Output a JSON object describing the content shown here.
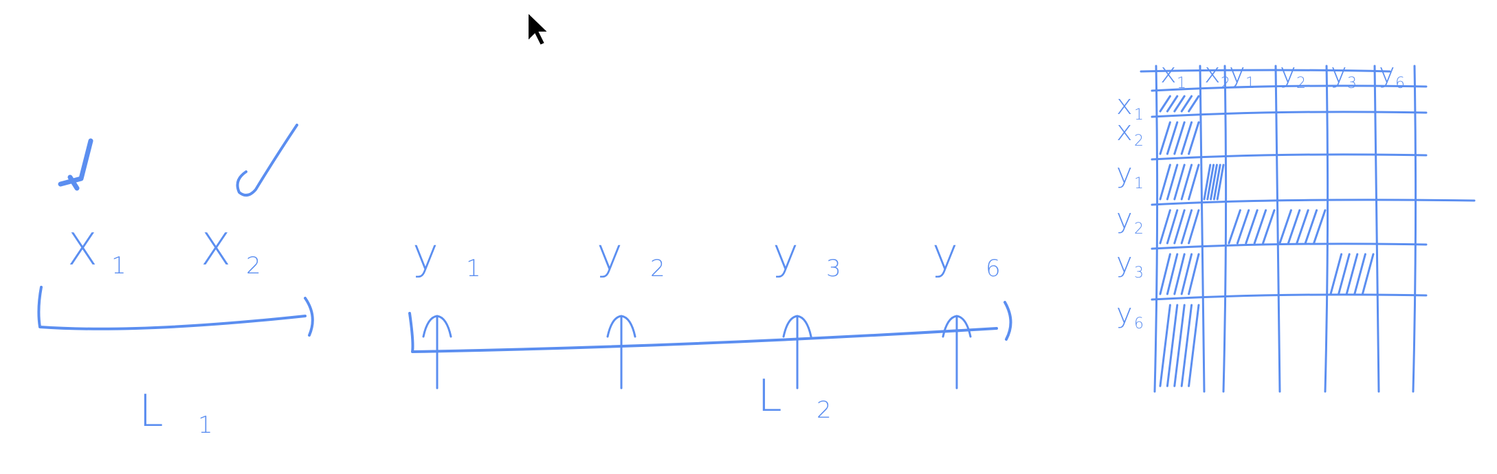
{
  "colors": {
    "ink": "#5b8ef0",
    "background": "#ffffff",
    "cursor": "#000000"
  },
  "icons": {
    "cursor": "arrow-cursor-icon"
  },
  "group_x": {
    "checkmarks": [
      "bold-check",
      "check"
    ],
    "nodes": [
      {
        "main": "X",
        "sub": "1"
      },
      {
        "main": "X",
        "sub": "2"
      }
    ],
    "brace_label": {
      "main": "L",
      "sub": "1"
    }
  },
  "group_y": {
    "nodes": [
      {
        "main": "y",
        "sub": "1"
      },
      {
        "main": "y",
        "sub": "2"
      },
      {
        "main": "y",
        "sub": "3"
      },
      {
        "main": "y",
        "sub": "6"
      }
    ],
    "brace_label": {
      "main": "L",
      "sub": "2"
    }
  },
  "matrix": {
    "col_headers": [
      {
        "main": "x",
        "sub": "1"
      },
      {
        "main": "x",
        "sub": "2"
      },
      {
        "main": "y",
        "sub": "1"
      },
      {
        "main": "y",
        "sub": "2"
      },
      {
        "main": "y",
        "sub": "3"
      },
      {
        "main": "y",
        "sub": "6"
      }
    ],
    "row_headers": [
      {
        "main": "x",
        "sub": "1"
      },
      {
        "main": "x",
        "sub": "2"
      },
      {
        "main": "y",
        "sub": "1"
      },
      {
        "main": "y",
        "sub": "2"
      },
      {
        "main": "y",
        "sub": "3"
      },
      {
        "main": "y",
        "sub": "6"
      }
    ],
    "shaded_cells": [
      {
        "row": 0,
        "col": 0
      },
      {
        "row": 1,
        "col": 0
      },
      {
        "row": 2,
        "col": 0
      },
      {
        "row": 2,
        "col": 1
      },
      {
        "row": 3,
        "col": 0
      },
      {
        "row": 3,
        "col": 2
      },
      {
        "row": 3,
        "col": 3
      },
      {
        "row": 4,
        "col": 0
      },
      {
        "row": 4,
        "col": 4
      },
      {
        "row": 5,
        "col": 0
      }
    ]
  }
}
